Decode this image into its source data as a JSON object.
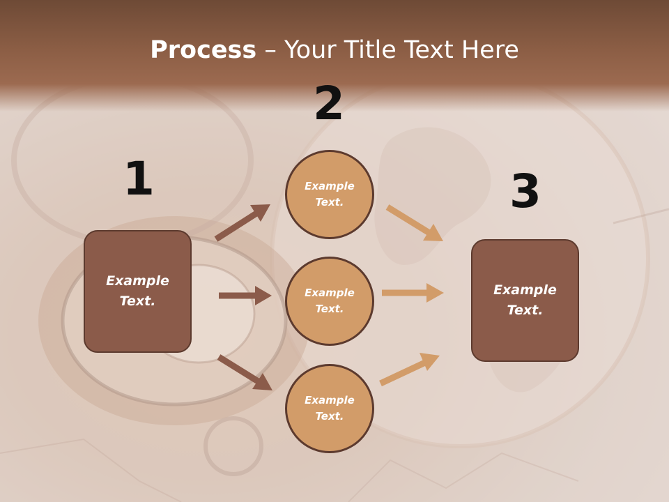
{
  "slide": {
    "title_bold": "Process",
    "title_rest": " – Your Title Text Here"
  },
  "steps": [
    {
      "number": "1",
      "box_text": "Example\nText."
    },
    {
      "number": "2",
      "circles": [
        {
          "text": "Example\nText."
        },
        {
          "text": "Example\nText."
        },
        {
          "text": "Example\nText."
        }
      ]
    },
    {
      "number": "3",
      "box_text": "Example\nText."
    }
  ],
  "colors": {
    "box_fill": "#8b5b4a",
    "circle_fill": "#d29c69",
    "arrow_dark": "#8b5b4a",
    "arrow_light": "#d29c69",
    "title_band": "#8c5e45"
  }
}
